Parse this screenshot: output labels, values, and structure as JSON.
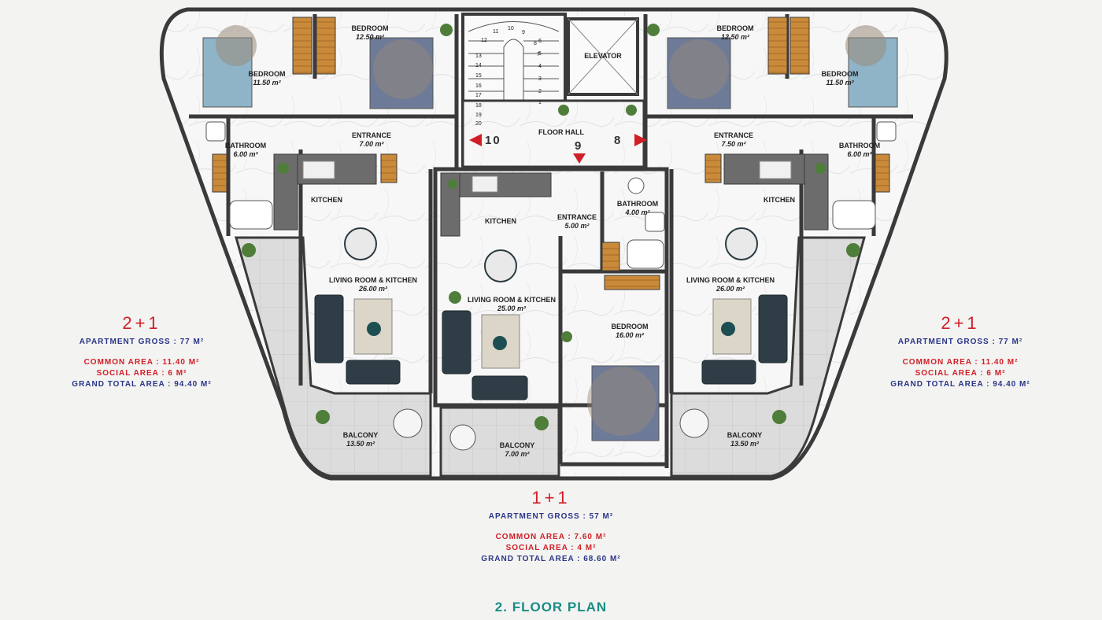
{
  "rooms": {
    "bedroom_far_left": {
      "name": "BEDROOM",
      "area": "11.50 m²"
    },
    "bedroom_left": {
      "name": "BEDROOM",
      "area": "12.50 m²"
    },
    "bedroom_right": {
      "name": "BEDROOM",
      "area": "12.50 m²"
    },
    "bedroom_far_right": {
      "name": "BEDROOM",
      "area": "11.50 m²"
    },
    "elevator": {
      "name": "ELEVATOR"
    },
    "floor_hall": {
      "name": "FLOOR HALL"
    },
    "entrance_left": {
      "name": "ENTRANCE",
      "area": "7.00 m²"
    },
    "entrance_right": {
      "name": "ENTRANCE",
      "area": "7.50 m²"
    },
    "entrance_center": {
      "name": "ENTRANCE",
      "area": "5.00 m²"
    },
    "bathroom_left": {
      "name": "BATHROOM",
      "area": "6.00 m²"
    },
    "bathroom_right": {
      "name": "BATHROOM",
      "area": "6.00 m²"
    },
    "bathroom_center": {
      "name": "BATHROOM",
      "area": "4.00 m²"
    },
    "kitchen_left": {
      "name": "KITCHEN"
    },
    "kitchen_center": {
      "name": "KITCHEN"
    },
    "kitchen_right": {
      "name": "KITCHEN"
    },
    "living_left": {
      "name": "LIVING ROOM & KITCHEN",
      "area": "26.00 m²"
    },
    "living_center": {
      "name": "LIVING ROOM & KITCHEN",
      "area": "25.00 m²"
    },
    "living_right": {
      "name": "LIVING ROOM & KITCHEN",
      "area": "26.00 m²"
    },
    "bedroom_center": {
      "name": "BEDROOM",
      "area": "16.00 m²"
    },
    "balcony_left": {
      "name": "BALCONY",
      "area": "13.50 m²"
    },
    "balcony_center": {
      "name": "BALCONY",
      "area": "7.00 m²"
    },
    "balcony_right": {
      "name": "BALCONY",
      "area": "13.50 m²"
    }
  },
  "unit_numbers": {
    "left": "10",
    "center": "9",
    "right": "8"
  },
  "stair_steps": [
    "1",
    "2",
    "3",
    "4",
    "5",
    "6",
    "7",
    "8",
    "9",
    "10",
    "11",
    "12",
    "13",
    "14",
    "15",
    "16",
    "17",
    "18",
    "19",
    "20"
  ],
  "units": {
    "left": {
      "type": "2+1",
      "gross": "APARTMENT GROSS : 77 M²",
      "common": "COMMON AREA : 11.40 M²",
      "social": "SOCIAL AREA : 6 M²",
      "grand": "GRAND TOTAL AREA : 94.40 M²"
    },
    "right": {
      "type": "2+1",
      "gross": "APARTMENT GROSS : 77 M²",
      "common": "COMMON AREA : 11.40 M²",
      "social": "SOCIAL AREA : 6 M²",
      "grand": "GRAND TOTAL AREA : 94.40 M²"
    },
    "center": {
      "type": "1+1",
      "gross": "APARTMENT GROSS : 57 M²",
      "common": "COMMON AREA : 7.60 M²",
      "social": "SOCIAL AREA : 4 M²",
      "grand": "GRAND TOTAL AREA : 68.60 M²"
    }
  },
  "title": "2. FLOOR PLAN",
  "colors": {
    "accent_red": "#d01f26",
    "navy": "#2a3686",
    "teal": "#1a8c84",
    "wall": "#3a3a3a"
  }
}
